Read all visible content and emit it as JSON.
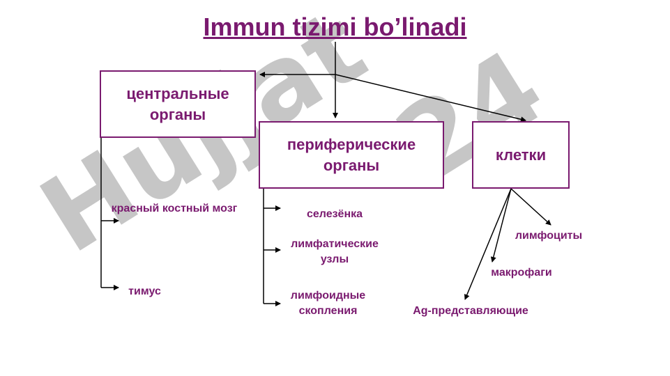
{
  "title": "Immun tizimi bo’linadi",
  "colors": {
    "text": "#7a1a6f",
    "line": "#000000",
    "border": "#7a1a6f",
    "watermark": "#bdbdbd"
  },
  "boxes": {
    "central": "центральные органы",
    "peripheral": "периферические органы",
    "cells": "клетки"
  },
  "central_items": [
    "красный костный мозг",
    "тимус"
  ],
  "peripheral_items": [
    "селезёнка",
    "лимфатические узлы",
    "лимфоидные скопления"
  ],
  "cell_items": [
    "лимфоциты",
    "макрофаги",
    "Ag-представляющие"
  ],
  "watermark": {
    "part1": "Hujjat",
    "part2": "24"
  }
}
